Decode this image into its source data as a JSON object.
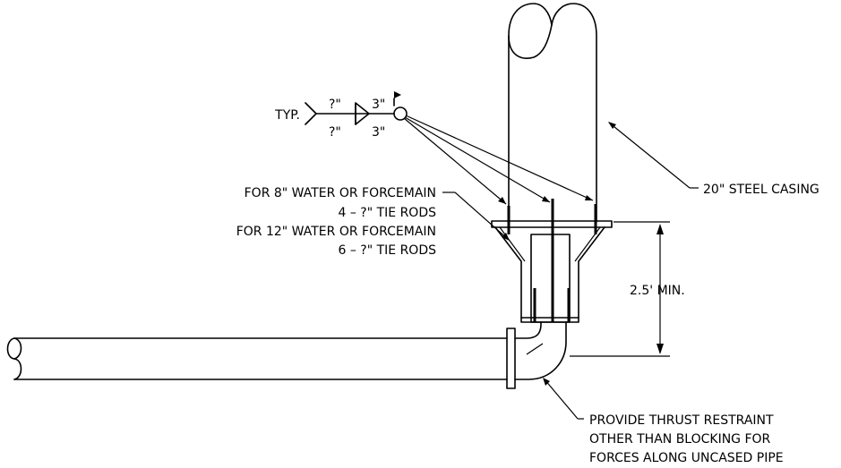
{
  "weld_symbol": {
    "typ": "TYP.",
    "size_top": "?\"",
    "size_bottom": "?\"",
    "length_top": "3\"",
    "length_bottom": "3\""
  },
  "tie_rods": {
    "line1": "FOR 8\" WATER OR FORCEMAIN",
    "line2": "4 – ?\" TIE RODS",
    "line3": "FOR 12\" WATER OR FORCEMAIN",
    "line4": "6 – ?\" TIE RODS"
  },
  "casing_label": "20\" STEEL CASING",
  "dimension_label": "2.5' MIN.",
  "thrust_note": {
    "line1": "PROVIDE THRUST RESTRAINT",
    "line2": "OTHER THAN BLOCKING FOR",
    "line3": "FORCES ALONG UNCASED PIPE"
  }
}
